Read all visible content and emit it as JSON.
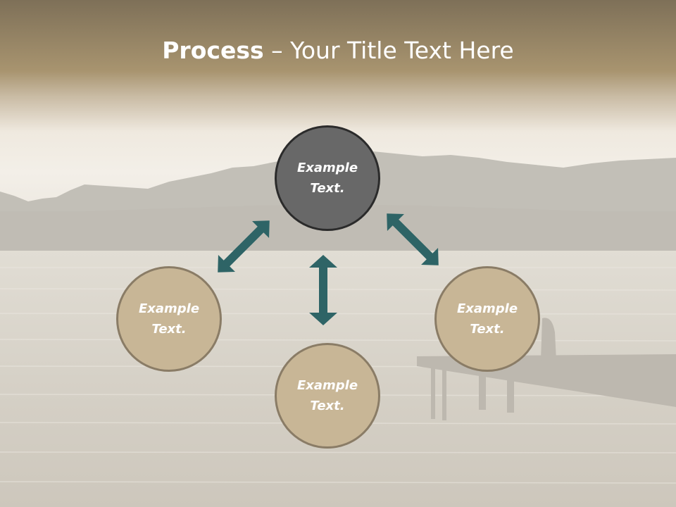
{
  "slide": {
    "title_bold": "Process",
    "title_rest": " – Your Title Text Here"
  },
  "nodes": {
    "center": {
      "line1": "Example",
      "line2": "Text."
    },
    "left": {
      "line1": "Example",
      "line2": "Text."
    },
    "bottom": {
      "line1": "Example",
      "line2": "Text."
    },
    "right": {
      "line1": "Example",
      "line2": "Text."
    }
  },
  "colors": {
    "center_fill": "#686868",
    "center_border": "#2b2b2b",
    "outer_fill": "#c8b696",
    "outer_border": "#8a7c66",
    "arrow": "#2e6466",
    "header_band": "#a8946f"
  },
  "icons": {
    "arrows": [
      "double-arrow-icon",
      "double-arrow-icon",
      "double-arrow-icon"
    ]
  }
}
